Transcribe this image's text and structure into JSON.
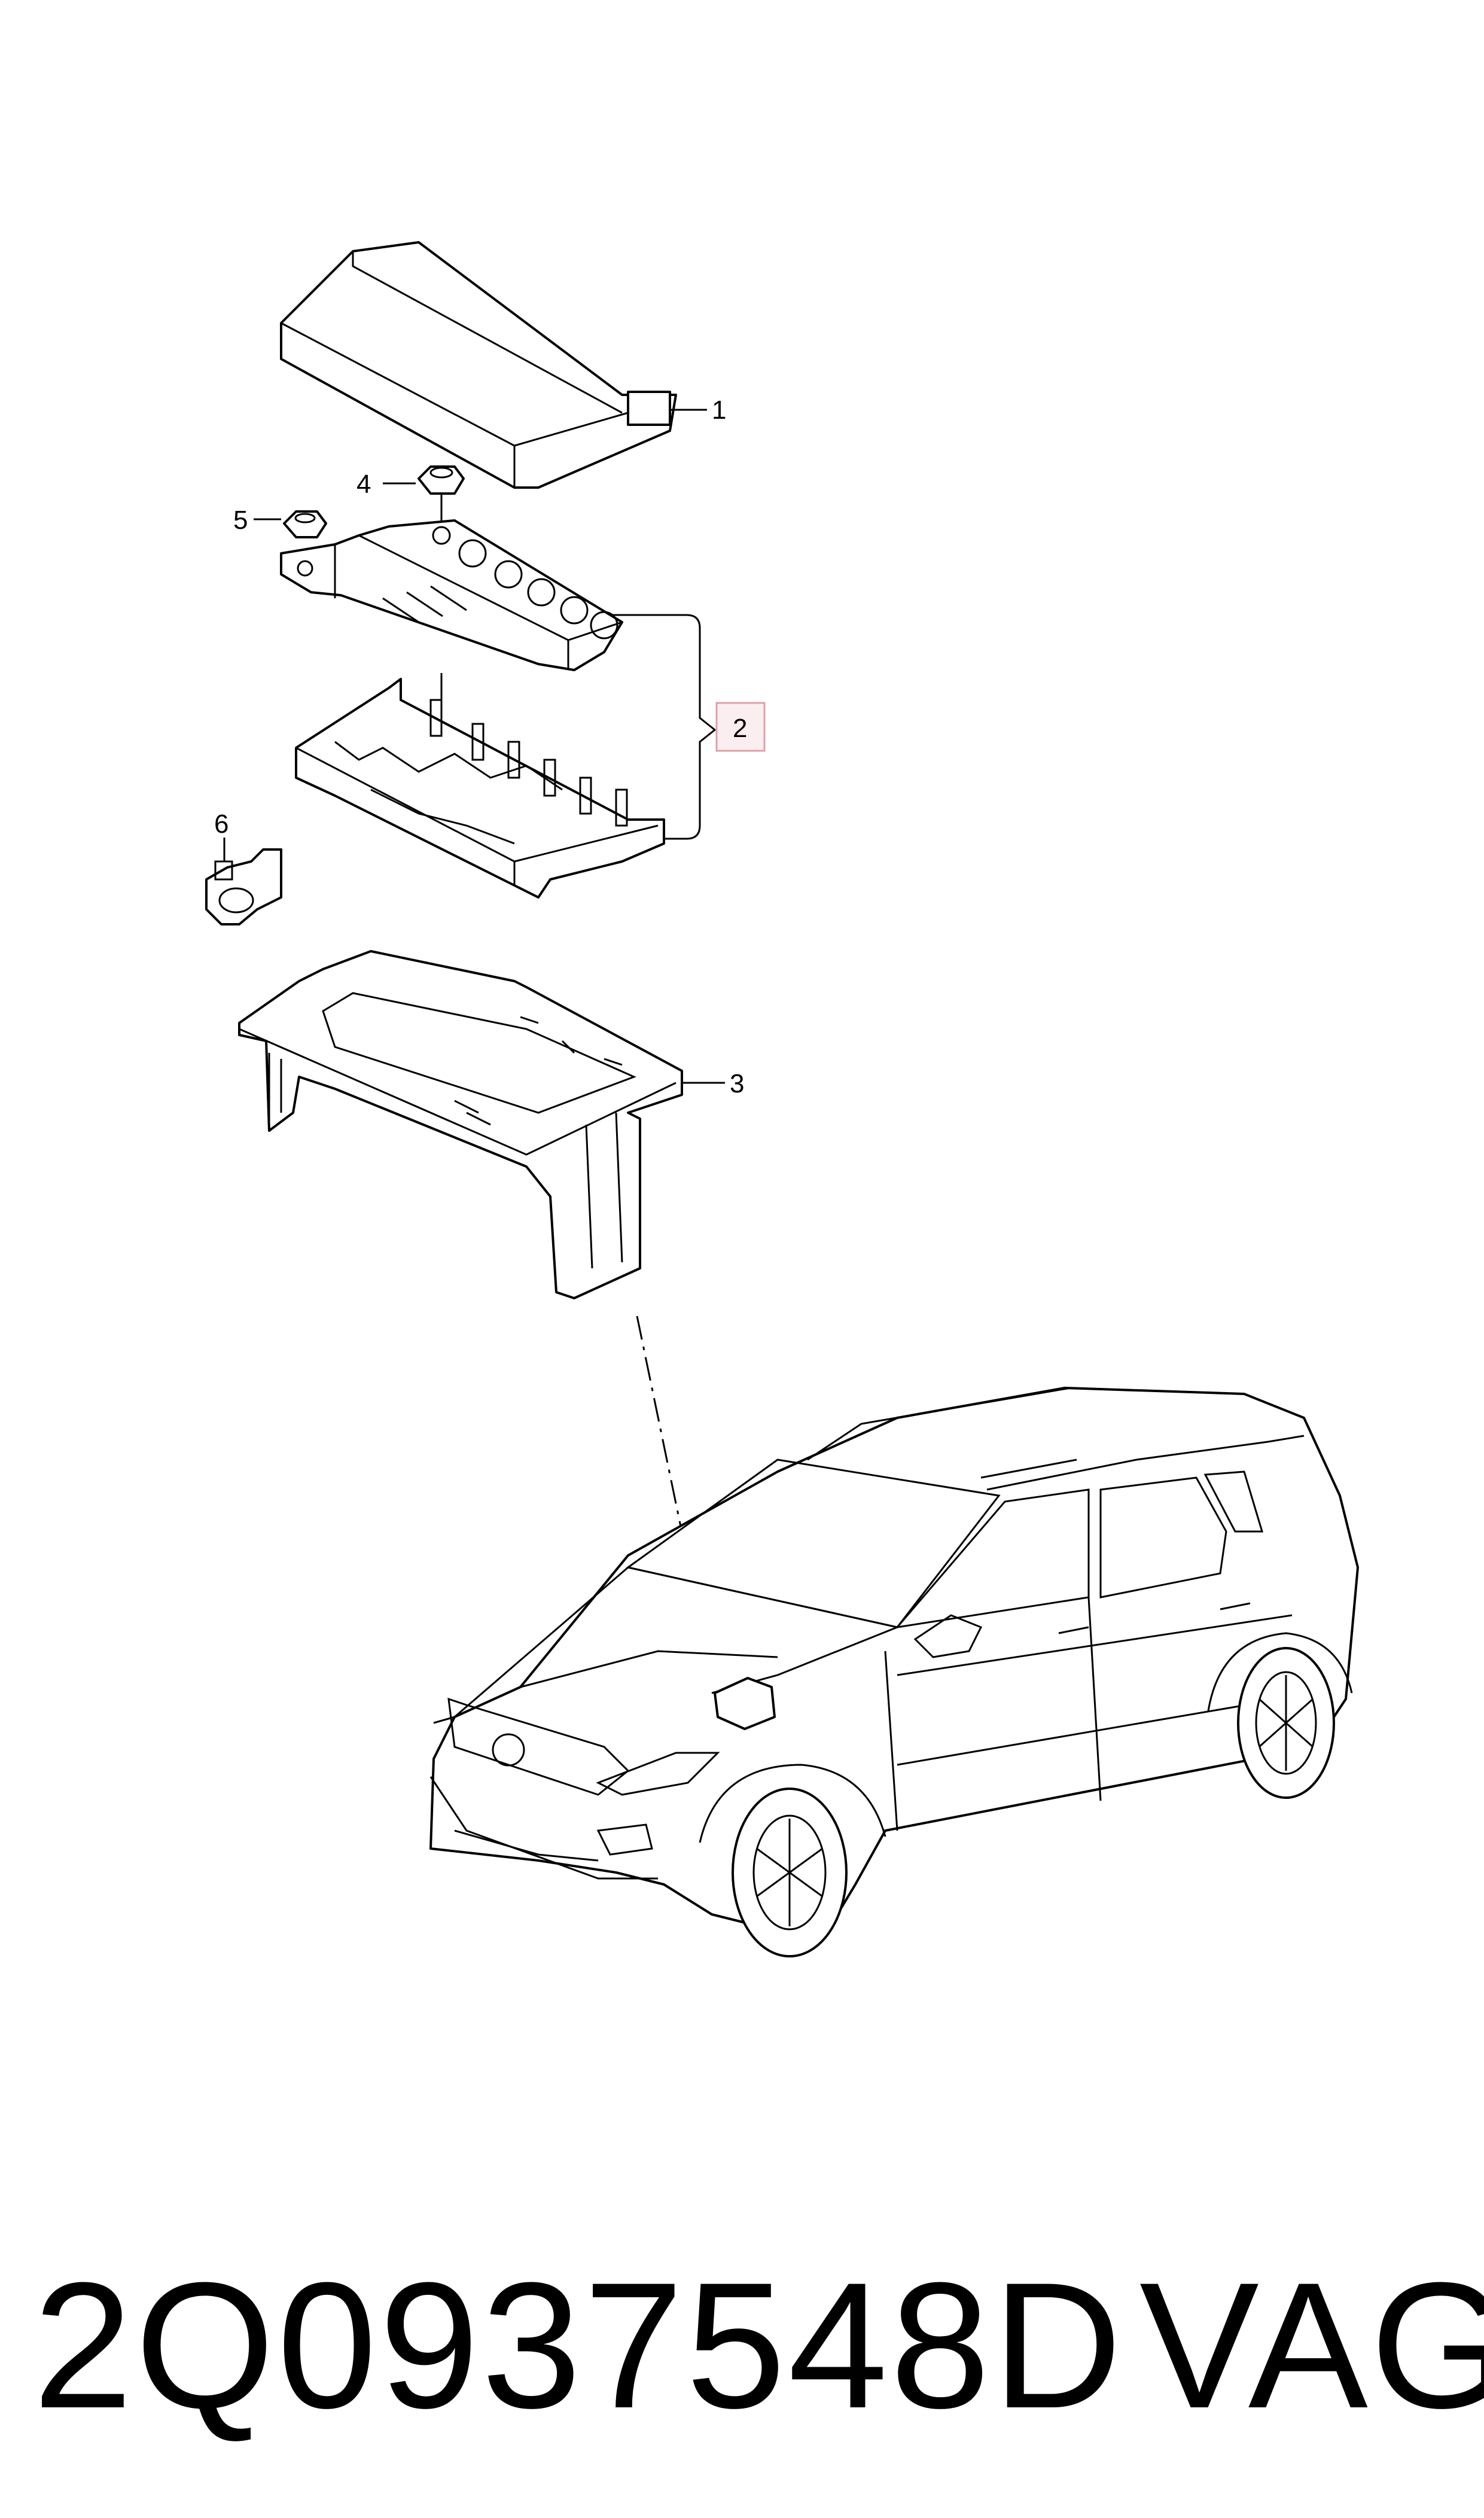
{
  "callouts": {
    "c1": "1",
    "c2": "2",
    "c3": "3",
    "c4": "4",
    "c5": "5",
    "c6": "6"
  },
  "footer": {
    "part_number": "2Q0937548D",
    "brand": "VAG"
  },
  "colors": {
    "line": "#000000",
    "highlight_box": "#e0a0a8",
    "highlight_fill": "#fbeef0"
  }
}
